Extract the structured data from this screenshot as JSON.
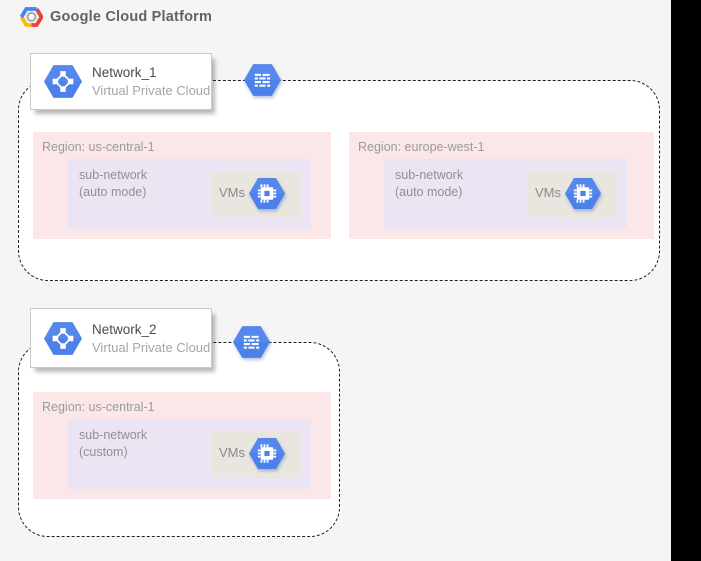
{
  "header": {
    "title": "Google Cloud Platform"
  },
  "networks": [
    {
      "name": "Network_1",
      "type_label": "Virtual Private Cloud",
      "regions": [
        {
          "label": "Region: us-central-1",
          "subnet_line1": "sub-network",
          "subnet_line2": "(auto mode)",
          "vms_label": "VMs"
        },
        {
          "label": "Region: europe-west-1",
          "subnet_line1": "sub-network",
          "subnet_line2": "(auto mode)",
          "vms_label": "VMs"
        }
      ]
    },
    {
      "name": "Network_2",
      "type_label": "Virtual Private Cloud",
      "regions": [
        {
          "label": "Region: us-central-1",
          "subnet_line1": "sub-network",
          "subnet_line2": "(custom)",
          "vms_label": "VMs"
        }
      ]
    }
  ],
  "icons": {
    "logo": "gcp-hexagon-logo",
    "network": "vpc-network-hexagon",
    "firewall": "firewall-hexagon",
    "vm": "compute-engine-hexagon"
  },
  "colors": {
    "accent_blue": "#4c81eb",
    "logo_blue": "#4285f4",
    "logo_red": "#ea4335",
    "logo_yellow": "#fbbc05",
    "region_pink": "#fbe7e7",
    "subnet_lavender": "#ebe5f3",
    "vms_gray": "#e9e6e0",
    "boundary_fill": "#ffffff",
    "page_background": "#f5f5f6",
    "edge_black": "#000000"
  }
}
